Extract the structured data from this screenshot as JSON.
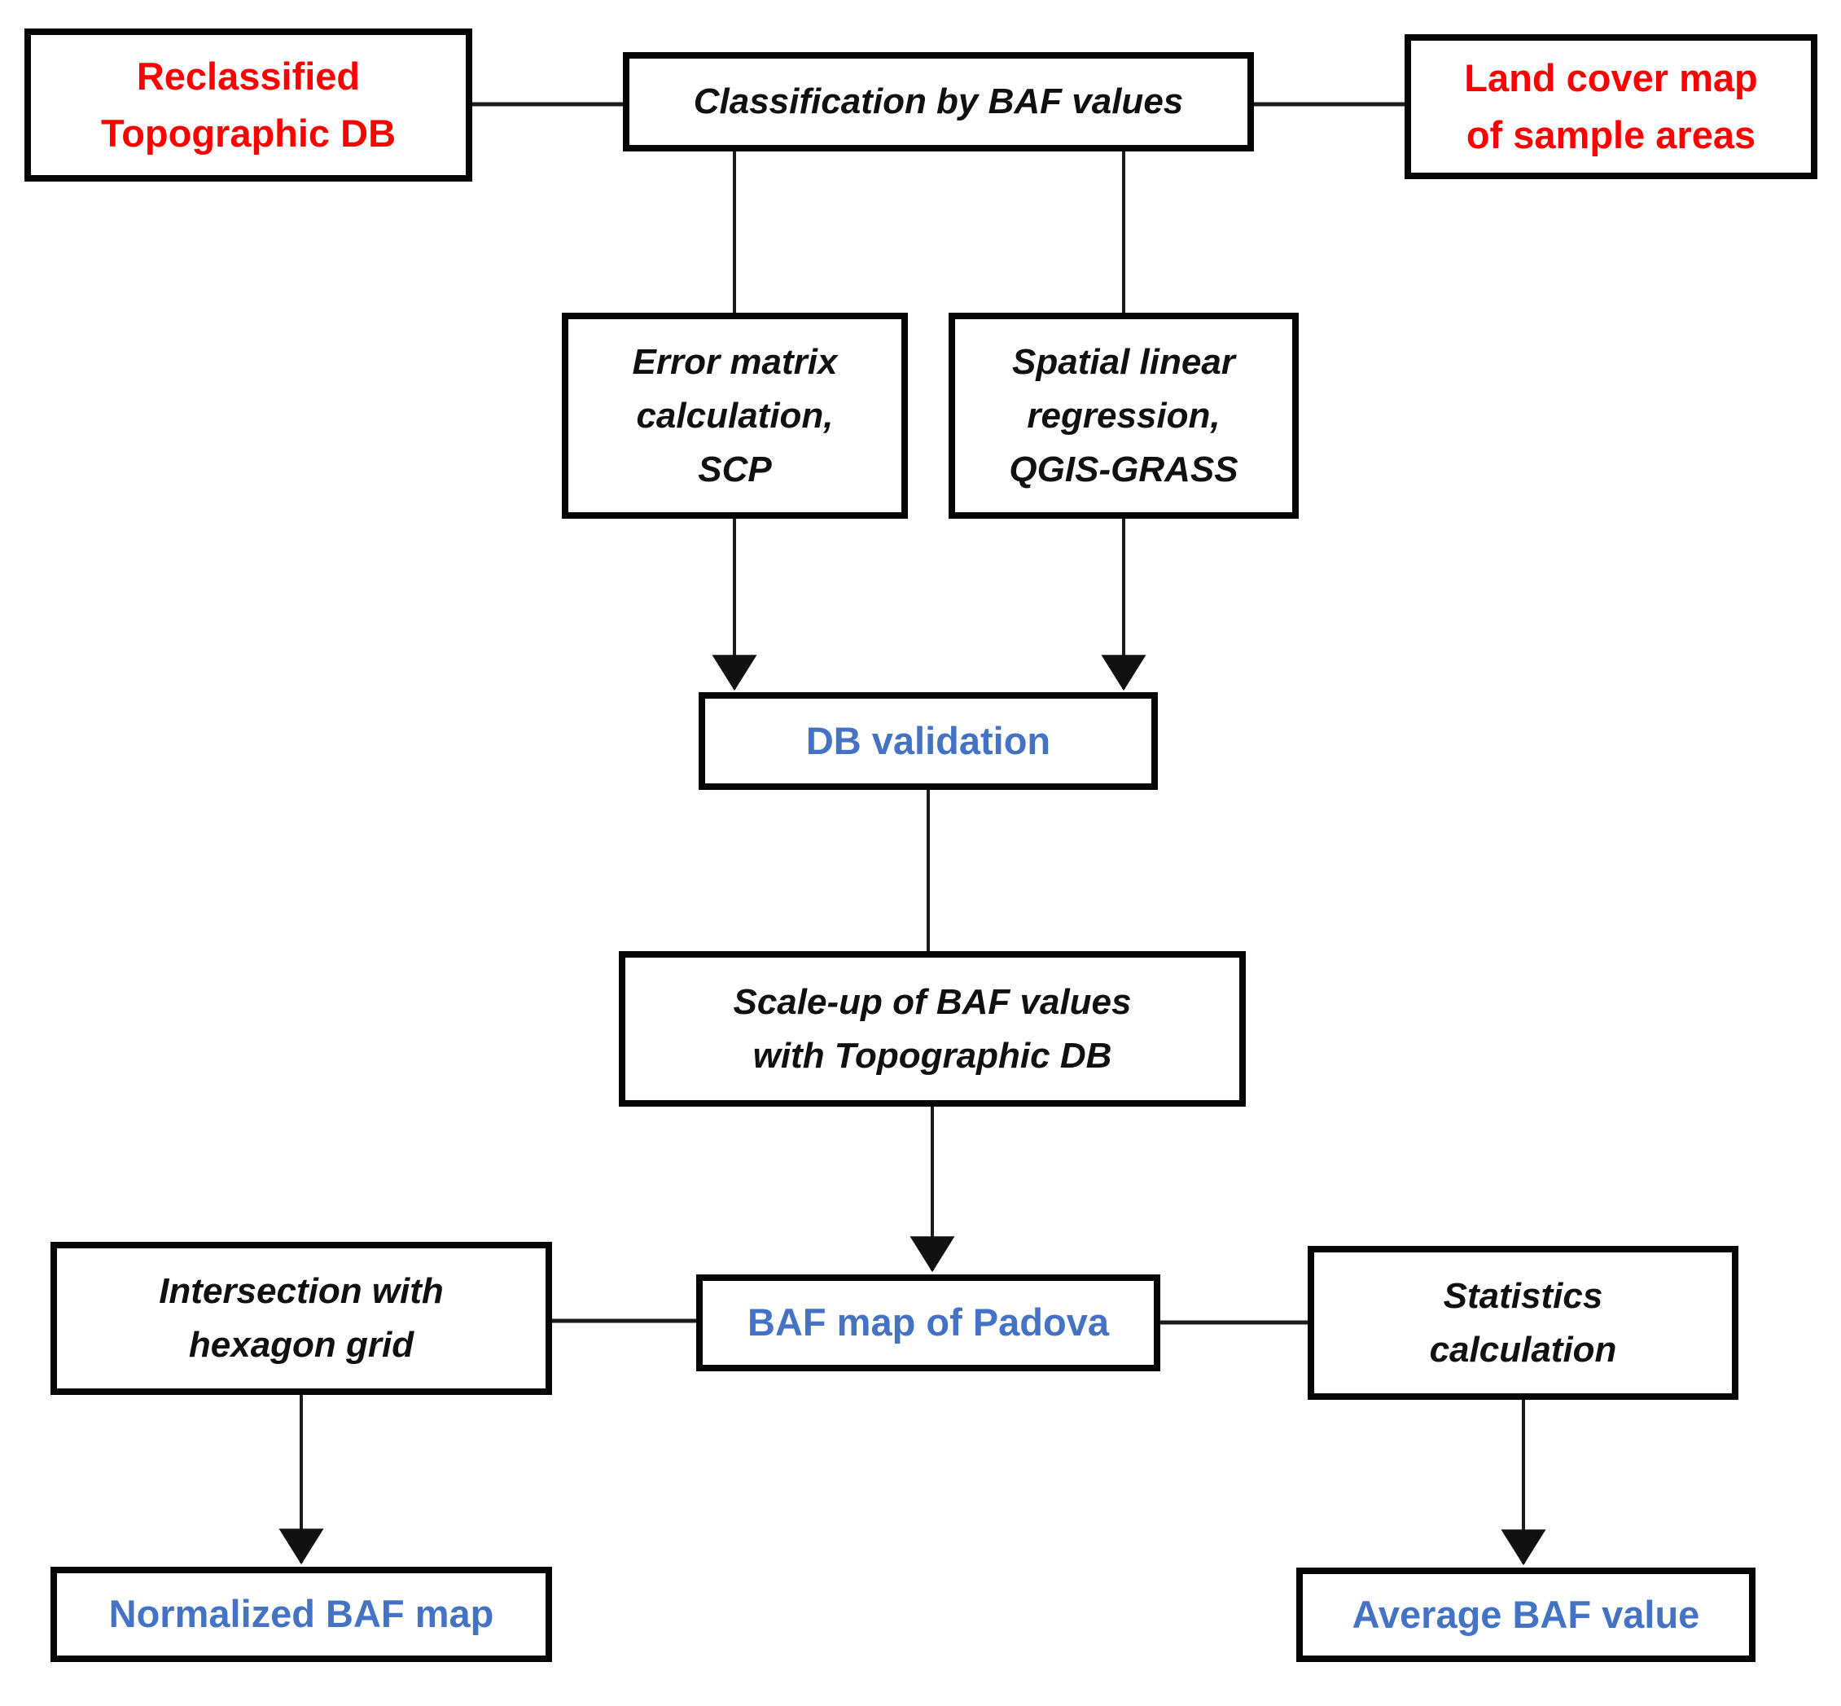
{
  "diagram_type": "flowchart",
  "colors": {
    "input_text": "#FF0000",
    "process_text": "#101010",
    "output_text": "#4472C4",
    "box_border": "#060606",
    "connector": "#1C1C1C",
    "background": "#FFFFFF"
  },
  "nodes": {
    "reclassified_topographic_db": {
      "label": "Reclassified\nTopographic DB",
      "role": "input"
    },
    "classification_by_baf_values": {
      "label": "Classification by BAF values",
      "role": "process"
    },
    "land_cover_map_of_sample_areas": {
      "label": "Land cover map\nof sample areas",
      "role": "input"
    },
    "error_matrix_calculation_scp": {
      "label": "Error matrix\ncalculation,\nSCP",
      "role": "process"
    },
    "spatial_linear_regression_qgis_grass": {
      "label": "Spatial linear\nregression,\nQGIS-GRASS",
      "role": "process"
    },
    "db_validation": {
      "label": "DB validation",
      "role": "output"
    },
    "scale_up_of_baf_values": {
      "label": "Scale-up of BAF values\nwith Topographic DB",
      "role": "process"
    },
    "intersection_with_hexagon_grid": {
      "label": "Intersection with\nhexagon grid",
      "role": "process"
    },
    "baf_map_of_padova": {
      "label": "BAF map of Padova",
      "role": "output"
    },
    "statistics_calculation": {
      "label": "Statistics\ncalculation",
      "role": "process"
    },
    "normalized_baf_map": {
      "label": "Normalized BAF map",
      "role": "output"
    },
    "average_baf_value": {
      "label": "Average BAF value",
      "role": "output"
    }
  },
  "edges": [
    {
      "from": "reclassified_topographic_db",
      "to": "classification_by_baf_values",
      "arrow": false
    },
    {
      "from": "classification_by_baf_values",
      "to": "land_cover_map_of_sample_areas",
      "arrow": false
    },
    {
      "from": "classification_by_baf_values",
      "to": "error_matrix_calculation_scp",
      "arrow": false
    },
    {
      "from": "classification_by_baf_values",
      "to": "spatial_linear_regression_qgis_grass",
      "arrow": false
    },
    {
      "from": "error_matrix_calculation_scp",
      "to": "db_validation",
      "arrow": true
    },
    {
      "from": "spatial_linear_regression_qgis_grass",
      "to": "db_validation",
      "arrow": true
    },
    {
      "from": "db_validation",
      "to": "scale_up_of_baf_values",
      "arrow": false
    },
    {
      "from": "scale_up_of_baf_values",
      "to": "baf_map_of_padova",
      "arrow": true
    },
    {
      "from": "intersection_with_hexagon_grid",
      "to": "baf_map_of_padova",
      "arrow": false
    },
    {
      "from": "baf_map_of_padova",
      "to": "statistics_calculation",
      "arrow": false
    },
    {
      "from": "intersection_with_hexagon_grid",
      "to": "normalized_baf_map",
      "arrow": true
    },
    {
      "from": "statistics_calculation",
      "to": "average_baf_value",
      "arrow": true
    }
  ]
}
